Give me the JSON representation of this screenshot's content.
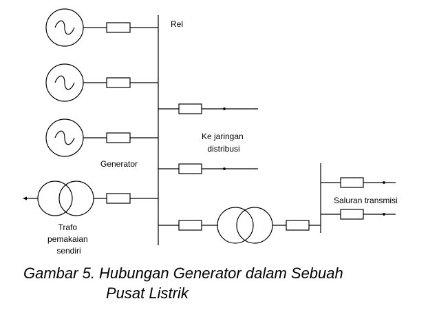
{
  "labels": {
    "bus": "Rel",
    "distribution": [
      "Ke jaringan",
      "distribusi"
    ],
    "generator": "Generator",
    "transmission": "Saluran transmisi",
    "aux_transformer": [
      "Trafo",
      "pemakaian",
      "sendiri"
    ]
  },
  "caption": {
    "line1": "Gambar 5. Hubungan Generator dalam Sebuah",
    "line2": "Pusat Listrik"
  },
  "colors": {
    "line": "#000000",
    "background": "#ffffff"
  },
  "icons": {
    "generator": "generator-ac-icon",
    "transformer": "transformer-icon",
    "breaker": "circuit-breaker-icon"
  }
}
